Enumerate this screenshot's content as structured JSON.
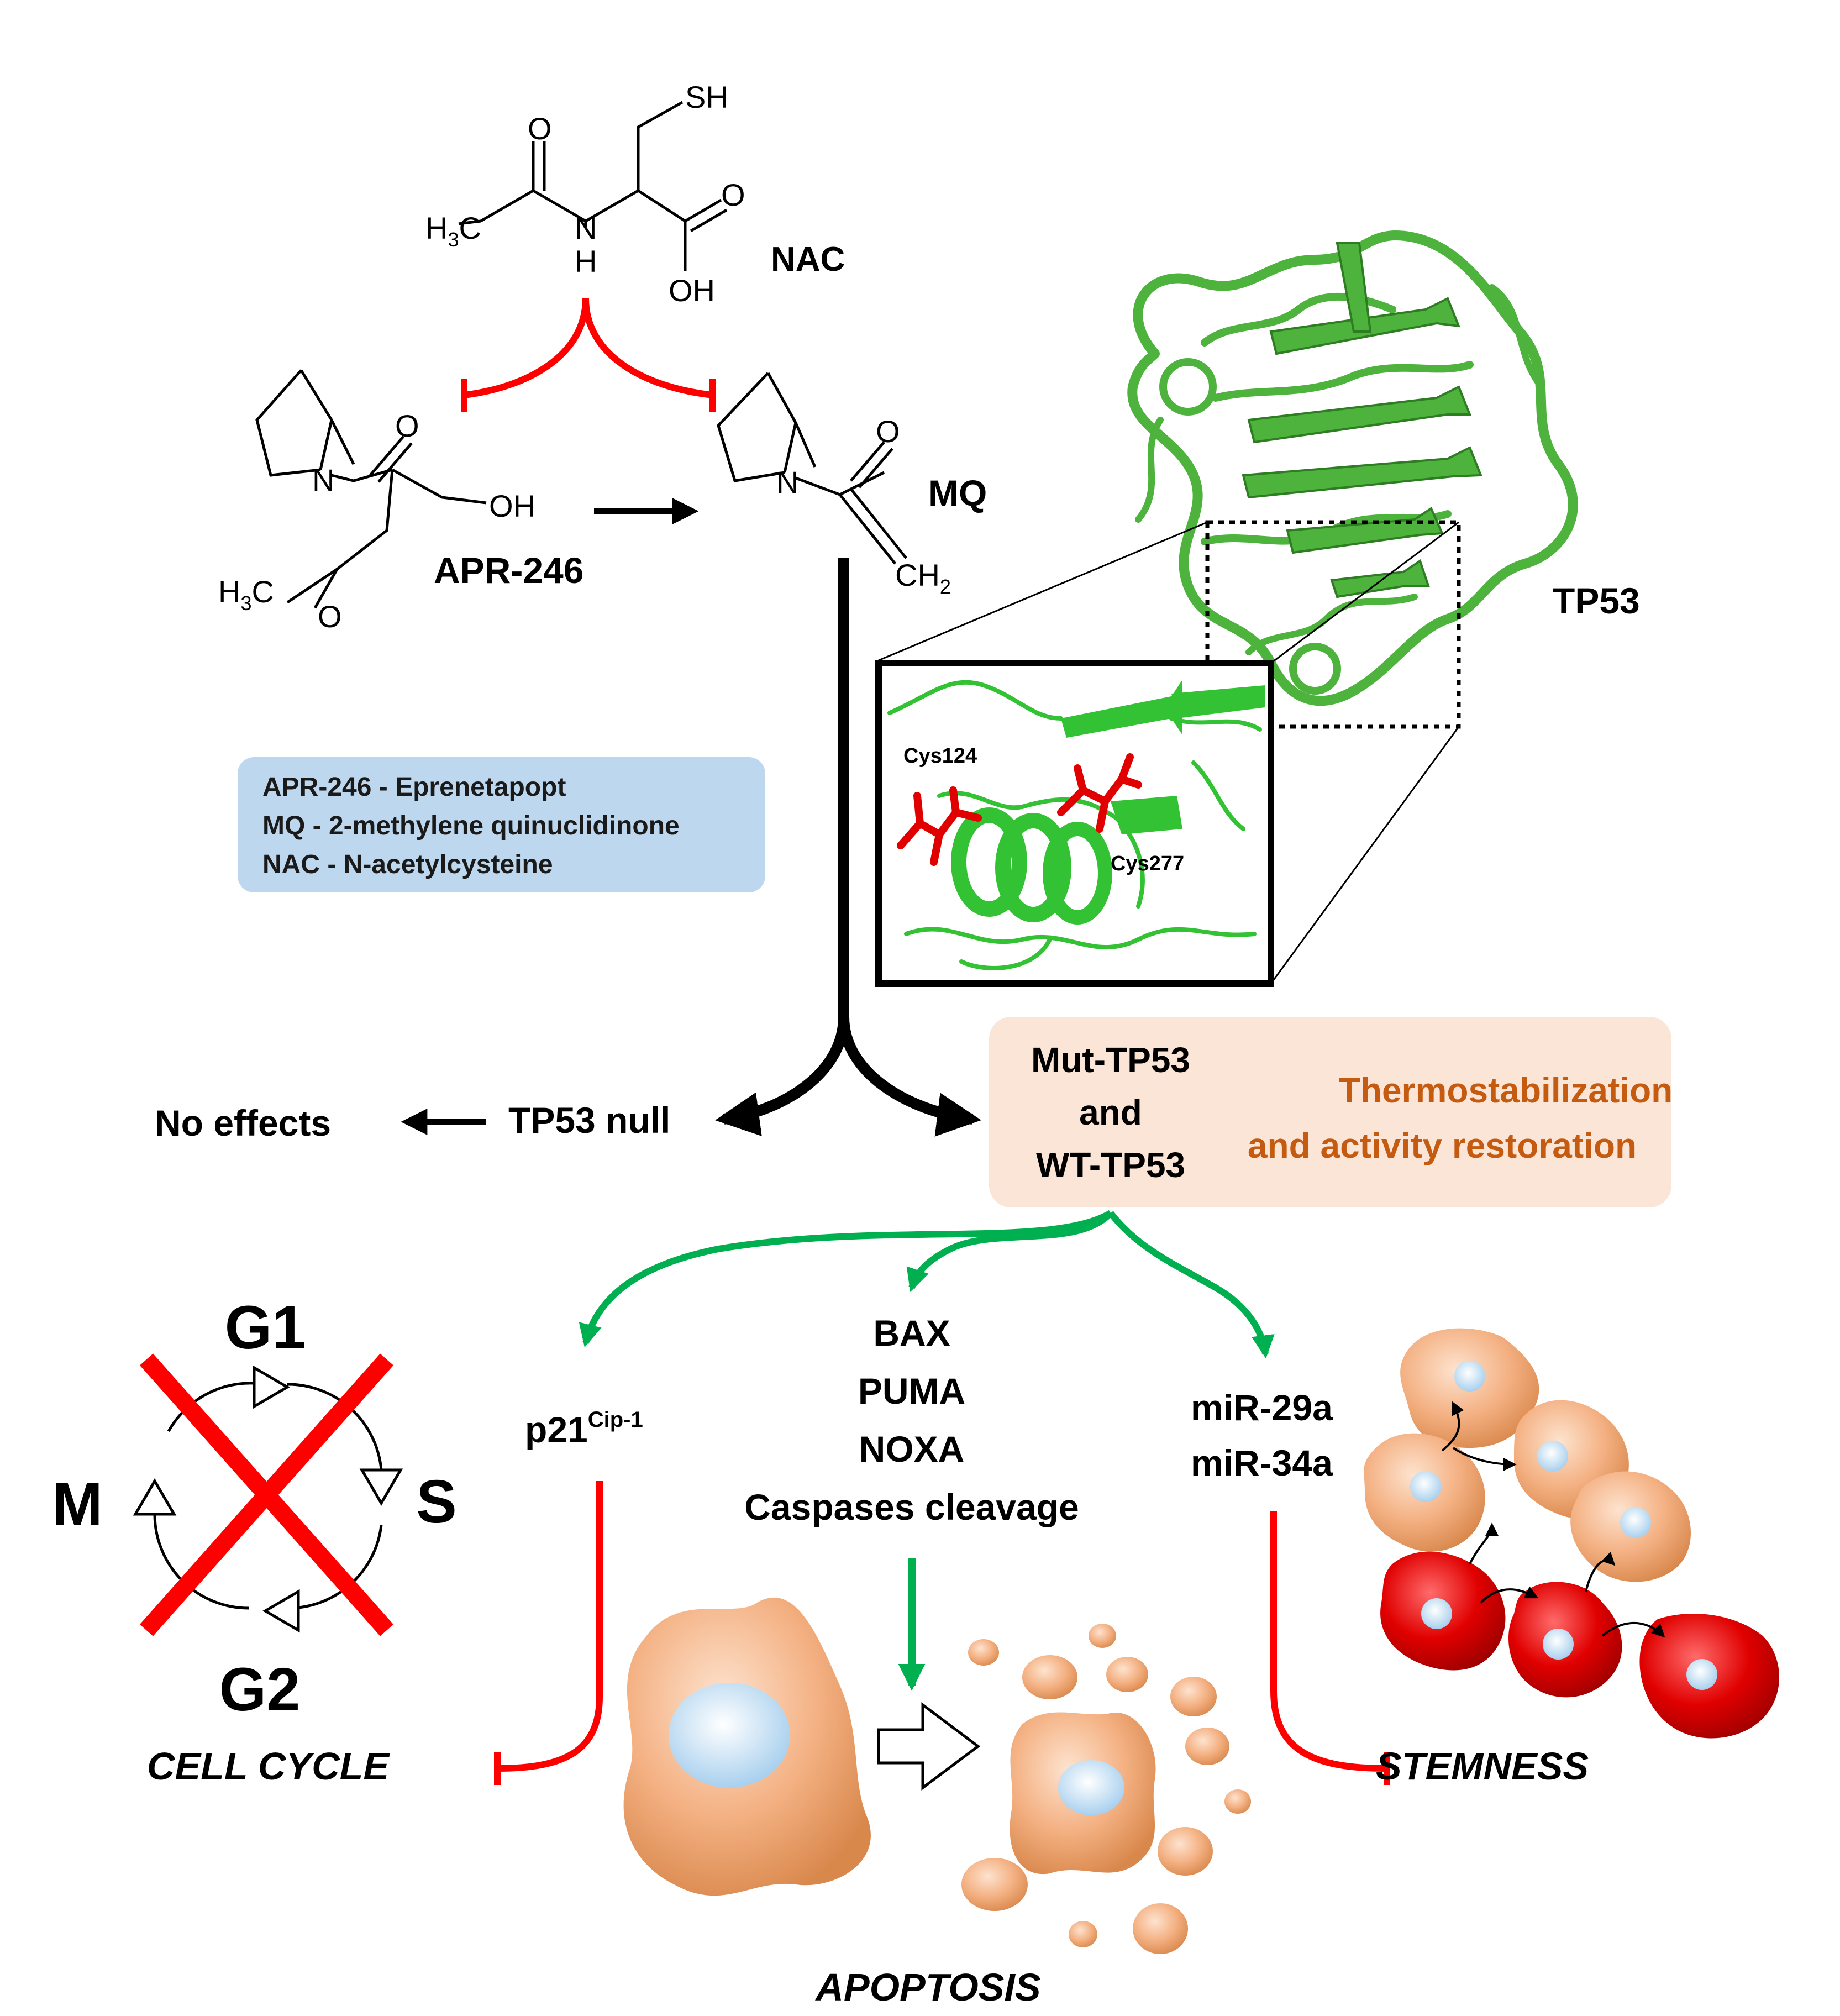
{
  "chem": {
    "nac": {
      "name": "NAC",
      "sh": "SH",
      "o": "O",
      "o2": "O",
      "n": "N",
      "h": "H",
      "oh": "OH",
      "h3c": "H",
      "h3c_sub": "3",
      "h3c_c": "C"
    },
    "apr": {
      "name": "APR-246",
      "n": "N",
      "o": "O",
      "oh": "OH",
      "h3c": "H",
      "h3c_sub": "3",
      "h3c_c": "C",
      "o_ether": "O"
    },
    "mq": {
      "name": "MQ",
      "n": "N",
      "o": "O",
      "ch2": "CH",
      "ch2_sub": "2"
    }
  },
  "legend": {
    "lines": [
      "APR-246 - Eprenetapopt",
      "MQ - 2-methylene quinuclidinone",
      "NAC - N-acetylcysteine"
    ],
    "color": "#bdd7ee"
  },
  "protein": {
    "label": "TP53",
    "cys124": "Cys124",
    "cys277": "Cys277",
    "color": "#4db33d",
    "residue_color": "#e00000"
  },
  "flow": {
    "tp53_null": "TP53 null",
    "no_effects": "No effects",
    "mut_lines": [
      "Mut-TP53",
      "and",
      "WT-TP53"
    ],
    "restore_lines": [
      "Thermostabilization",
      "and activity restoration"
    ],
    "restore_color": "#c55a11",
    "box_color": "#fbe5d6"
  },
  "targets": {
    "p21": "p21",
    "p21_sup": "Cip-1",
    "apoptosis_genes": [
      "BAX",
      "PUMA",
      "NOXA",
      "Caspases cleavage"
    ],
    "mirs": [
      "miR-29a",
      "miR-34a"
    ]
  },
  "cell_cycle": {
    "phases": {
      "g1": "G1",
      "s": "S",
      "g2": "G2",
      "m": "M"
    },
    "label": "CELL CYCLE"
  },
  "outcomes": {
    "apoptosis": "APOPTOSIS",
    "stemness": "STEMNESS"
  },
  "colors": {
    "inhibit": "#ff0000",
    "activate": "#00b050",
    "cell_orange": "#f4b183",
    "cell_red": "#e00000",
    "nucleus": "#cfe6f7"
  }
}
